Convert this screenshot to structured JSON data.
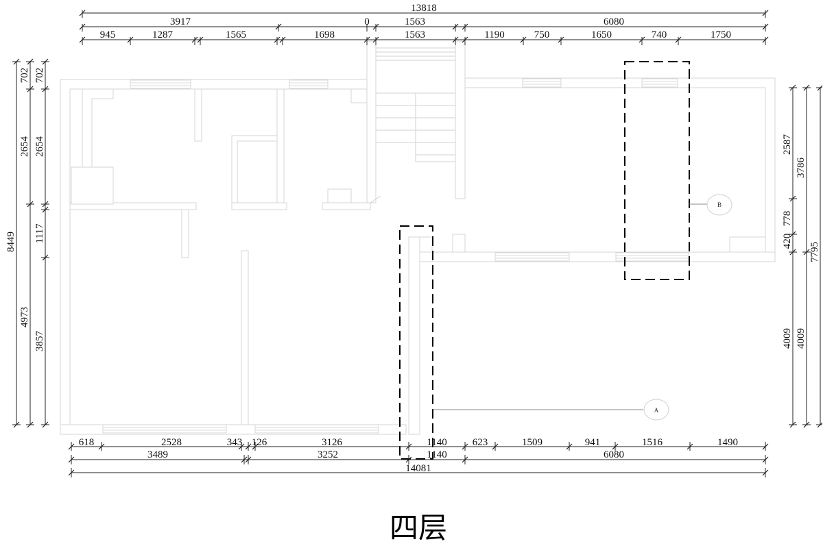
{
  "title": "四层",
  "top": {
    "overall": "13818",
    "left_total": "3917",
    "zero": "0",
    "stair_upper": "1563",
    "right_total": "6080",
    "segments": [
      "945",
      "1287",
      "1565",
      "1698",
      "1563",
      "1190",
      "750",
      "1650",
      "740",
      "1750"
    ]
  },
  "bottom": {
    "segments": [
      "618",
      "2528",
      "343",
      "126",
      "3126",
      "1140",
      "623",
      "1509",
      "941",
      "1516",
      "1490"
    ],
    "totals": [
      "3489",
      "3252",
      "1140",
      "6080"
    ],
    "overall": "14081"
  },
  "left": {
    "inner": [
      "702",
      "2654",
      "1117",
      "3857"
    ],
    "middle": [
      "702",
      "2654",
      "4973"
    ],
    "overall": "8449"
  },
  "right": {
    "inner": [
      "2587",
      "778",
      "420",
      "4009"
    ],
    "middle": [
      "3786",
      "4009"
    ],
    "overall": "7795"
  },
  "markers": {
    "a": "A",
    "b": "B"
  }
}
